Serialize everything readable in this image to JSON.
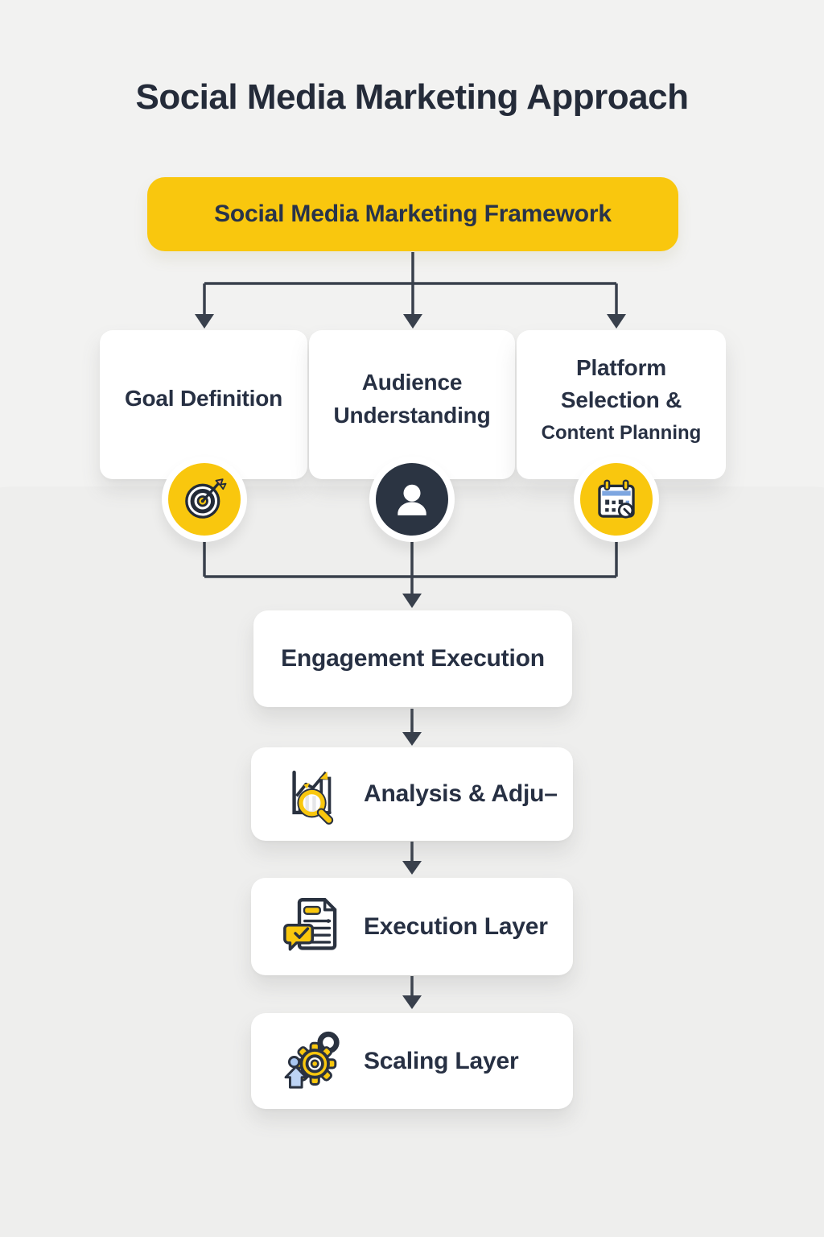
{
  "title": "Social Media Marketing Approach",
  "framework_label": "Social Media Marketing Framework",
  "branches": [
    {
      "label": "Goal Definition",
      "icon": "target-dartboard-icon"
    },
    {
      "label": "Audience Understanding",
      "icon": "person-icon"
    },
    {
      "line1": "Platform Selection &",
      "line2": "Content Planning",
      "icon": "calendar-search-icon"
    }
  ],
  "flow_boxes": [
    {
      "label": "Engagement Execution"
    },
    {
      "label": "Analysis & Adju–",
      "icon": "analytics-magnifier-icon"
    },
    {
      "label": "Execution Layer",
      "icon": "document-checklist-icon"
    },
    {
      "label": "Scaling Layer",
      "icon": "gear-scaling-icon"
    }
  ],
  "colors": {
    "accent_yellow": "#F9C70E",
    "text_navy": "#273043",
    "connector": "#39404C",
    "card_white": "#FFFFFF",
    "background": "#F2F2F1",
    "icon_blue": "#7EA6E0"
  }
}
